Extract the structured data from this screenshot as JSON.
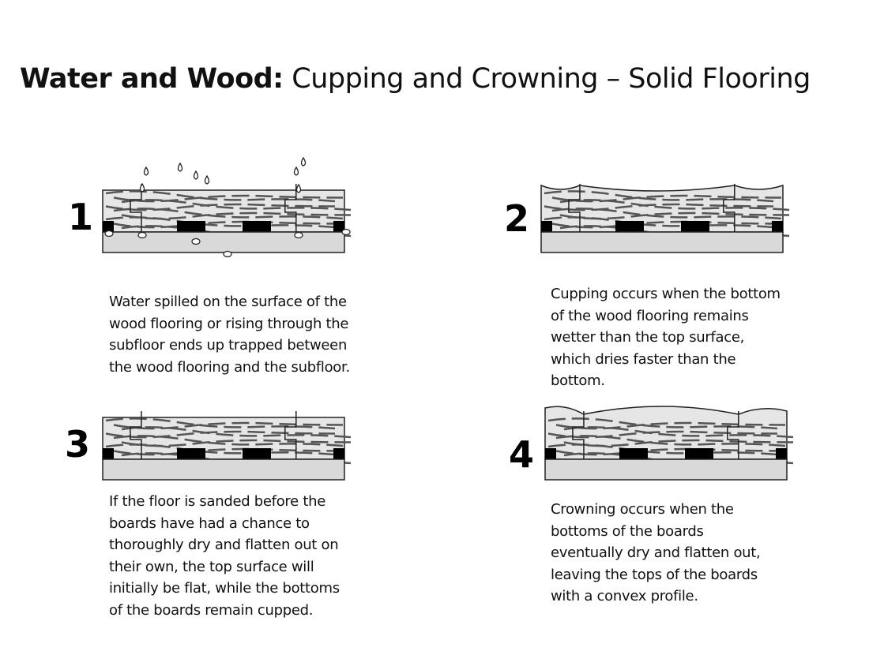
{
  "title": {
    "bold": "Water and Wood:",
    "rest": " Cupping and Crowning – Solid Flooring"
  },
  "panels": [
    {
      "number": "1",
      "caption": "Water spilled on the surface of the wood flooring  or rising through the subfloor ends up trapped between the wood flooring and the subfloor.",
      "state": "wet"
    },
    {
      "number": "2",
      "caption": "Cupping occurs when the bottom of the wood flooring remains wetter than the top surface, which dries faster than the bottom.",
      "state": "cupped"
    },
    {
      "number": "3",
      "caption": "If the floor is sanded before the boards have had a chance to thoroughly dry and flatten out on their own, the top surface will initially be flat, while the bottoms of the boards remain cupped.",
      "state": "sanded"
    },
    {
      "number": "4",
      "caption": "Crowning occurs when the bottoms of the boards eventually dry and flatten out, leaving the tops of the boards with a convex profile.",
      "state": "crowned"
    }
  ]
}
